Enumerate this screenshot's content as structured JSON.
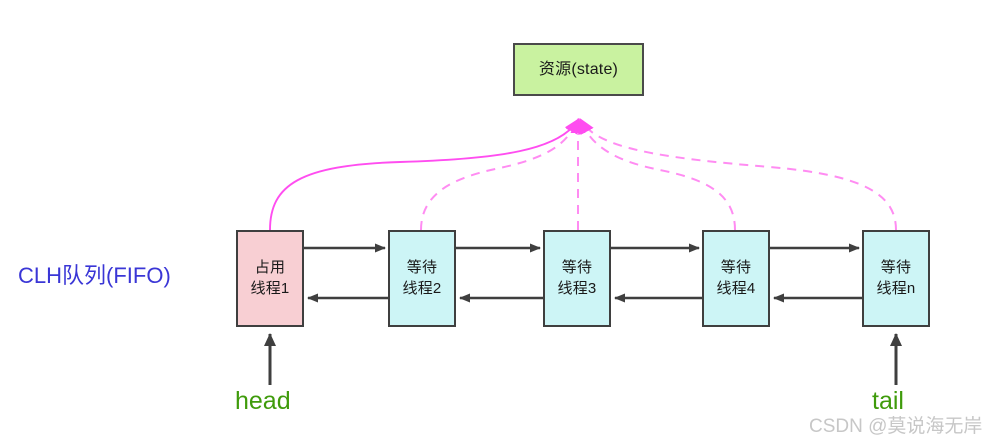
{
  "diagram": {
    "title_label": "CLH队列(FIFO)",
    "resource": {
      "label": "资源(state)",
      "fill": "#c9f2a0",
      "stroke": "#4a4a4a"
    },
    "nodes": [
      {
        "line1": "占用",
        "line2": "线程1",
        "state": "owner",
        "fill": "#f8cfd3",
        "link_style": "solid"
      },
      {
        "line1": "等待",
        "line2": "线程2",
        "state": "waiting",
        "fill": "#cdf5f6",
        "link_style": "dashed"
      },
      {
        "line1": "等待",
        "line2": "线程3",
        "state": "waiting",
        "fill": "#cdf5f6",
        "link_style": "dashed"
      },
      {
        "line1": "等待",
        "line2": "线程4",
        "state": "waiting",
        "fill": "#cdf5f6",
        "link_style": "dashed"
      },
      {
        "line1": "等待",
        "line2": "线程n",
        "state": "waiting",
        "fill": "#cdf5f6",
        "link_style": "dashed"
      }
    ],
    "pointers": {
      "head_label": "head",
      "tail_label": "tail",
      "color": "#3f9b0b"
    },
    "colors": {
      "queue_label": "#3a36d6",
      "link_arrow": "#ff4df0",
      "node_arrow": "#3f3f3f",
      "watermark": "#c7c7c7"
    }
  },
  "watermark": {
    "text": "CSDN @莫说海无岸"
  }
}
